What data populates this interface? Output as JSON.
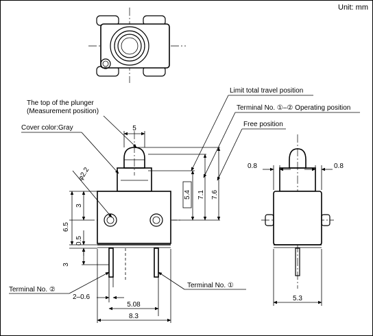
{
  "unit_label": "Unit: mm",
  "labels": {
    "plunger_top": "The top of the plunger",
    "measurement_position": "(Measurement position)",
    "cover_color": "Cover color:Gray",
    "limit_total_travel": "Limit total travel position",
    "operating_position": "Terminal No. ①–② Operating position",
    "free_position": "Free position",
    "terminal_2": "Terminal No. ②",
    "terminal_1": "Terminal No. ①"
  },
  "dimensions": {
    "top_width": "5",
    "hole_diameter": "φ2.2",
    "height_3_upper": "3",
    "height_6_5": "6.5",
    "height_0_5": "0.5",
    "height_3_lower": "3",
    "thickness": "2–0.6",
    "pitch": "5.08",
    "total_width": "8.3",
    "dim_5_4": "5.4",
    "dim_7_1": "7.1",
    "dim_7_6": "7.6",
    "side_left": "0.8",
    "side_right": "0.8",
    "side_width": "5.3"
  }
}
